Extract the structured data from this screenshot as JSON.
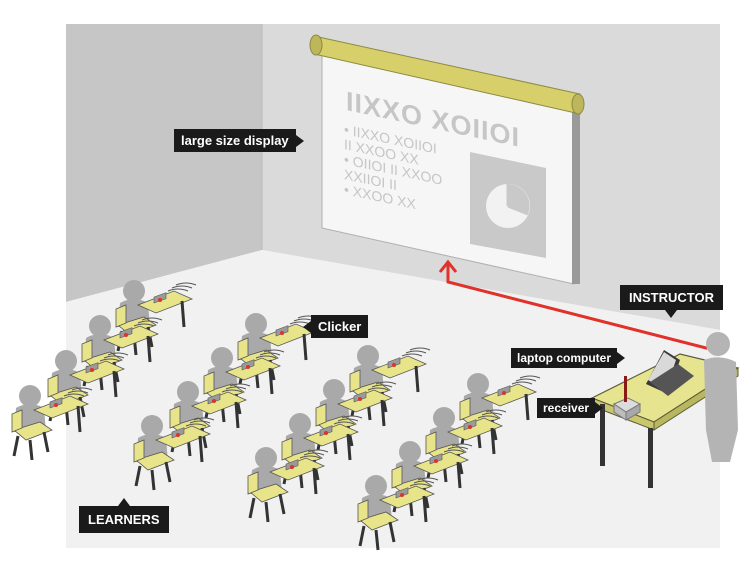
{
  "labels": {
    "display": "large size display",
    "clicker": "Clicker",
    "instructor": "INSTRUCTOR",
    "laptop": "laptop computer",
    "receiver": "receiver",
    "learners": "LEARNERS"
  },
  "screen": {
    "heading": "IIXXO XOIIOI",
    "lines": [
      "• IIXXO XOIIOI",
      "  II XXOO XX",
      "• OIIOI II XXOO",
      "  XXIIOI II",
      "• XXOO XX"
    ]
  },
  "colors": {
    "room_wall": "#d9d9d9",
    "room_side": "#c8c8c8",
    "floor": "#f2f2f2",
    "chair": "#e8e48a",
    "signal": "#e0312a",
    "person": "#a9a9a9"
  }
}
